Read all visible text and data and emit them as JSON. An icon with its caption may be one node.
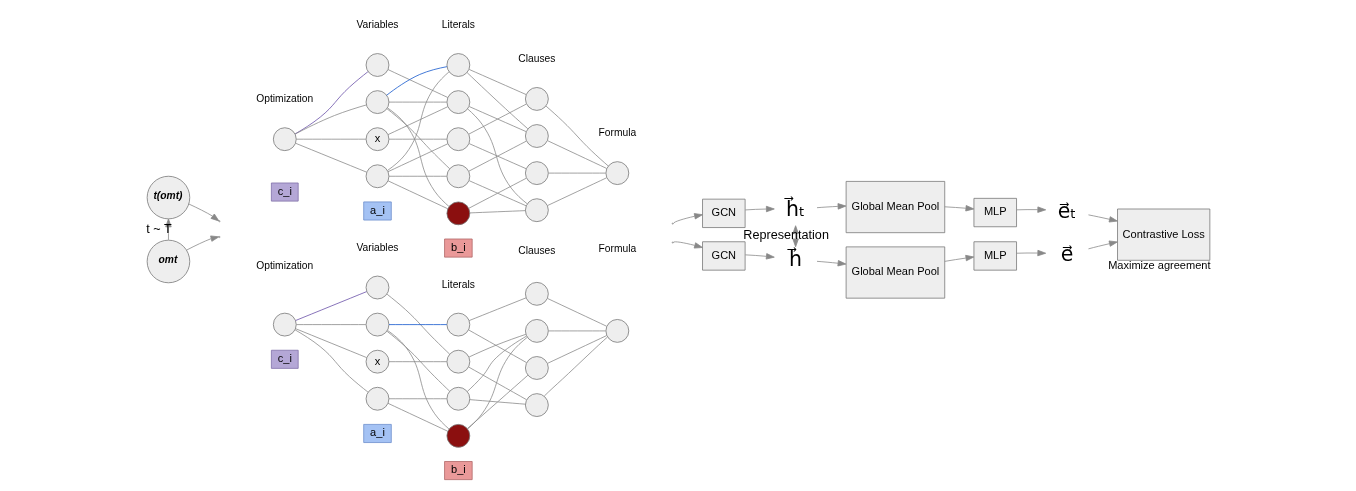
{
  "diagram": {
    "nodes": [
      {
        "text": [
          "t(omt)"
        ]
      },
      {
        "text": [
          "omt"
        ]
      },
      {
        "text": [],
        "shape": "circle"
      },
      {
        "text": [],
        "shape": "circle"
      },
      {
        "text": [],
        "shape": "circle"
      },
      {
        "text": [
          "x"
        ]
      },
      {
        "text": [],
        "shape": "circle"
      },
      {
        "text": [],
        "shape": "circle"
      },
      {
        "text": [],
        "shape": "circle"
      },
      {
        "text": [],
        "shape": "circle"
      },
      {
        "text": [],
        "shape": "circle"
      },
      {
        "text": [],
        "shape": "circle"
      },
      {
        "text": [],
        "shape": "circle"
      },
      {
        "text": [],
        "shape": "circle"
      },
      {
        "text": [],
        "shape": "circle"
      },
      {
        "text": [],
        "shape": "circle"
      },
      {
        "text": [],
        "shape": "circle"
      },
      {
        "text": [
          "c_i"
        ]
      },
      {
        "text": [
          "a_i"
        ]
      },
      {
        "text": [
          "b_i"
        ]
      },
      {
        "text": [],
        "shape": "circle"
      },
      {
        "text": [],
        "shape": "circle"
      },
      {
        "text": [],
        "shape": "circle"
      },
      {
        "text": [
          "x"
        ]
      },
      {
        "text": [],
        "shape": "circle"
      },
      {
        "text": [],
        "shape": "circle"
      },
      {
        "text": [],
        "shape": "circle"
      },
      {
        "text": [],
        "shape": "circle"
      },
      {
        "text": [],
        "shape": "circle"
      },
      {
        "text": [],
        "shape": "circle"
      },
      {
        "text": [],
        "shape": "circle"
      },
      {
        "text": [],
        "shape": "circle"
      },
      {
        "text": [],
        "shape": "circle"
      },
      {
        "text": [],
        "shape": "circle"
      },
      {
        "text": [
          "c_i"
        ]
      },
      {
        "text": [
          "a_i"
        ]
      },
      {
        "text": [
          "b_i"
        ]
      },
      {
        "text": [
          "GCN"
        ]
      },
      {
        "text": [
          "h⃗ₜ"
        ]
      },
      {
        "text": [
          "Global Mean Pool"
        ]
      },
      {
        "text": [
          "MLP"
        ]
      },
      {
        "text": [
          "e⃗ₜ"
        ]
      },
      {
        "text": [
          "GCN"
        ]
      },
      {
        "text": [
          "h⃗"
        ]
      },
      {
        "text": [
          "Global Mean Pool"
        ]
      },
      {
        "text": [
          "MLP"
        ]
      },
      {
        "text": [
          "e⃗"
        ]
      },
      {
        "text": [
          "Contrastive Loss"
        ],
        "beside": [
          "Maximize agreement"
        ]
      }
    ],
    "edges": [
      {
        "from": 1,
        "to": 0,
        "arrow": "to",
        "label": "t ~ T"
      },
      {
        "from": 0,
        "to": null,
        "arrow": "to"
      },
      {
        "from": 1,
        "to": null,
        "arrow": "to"
      },
      {
        "from": 2,
        "to": 3,
        "arrow": "none",
        "color": "#674ea7"
      },
      {
        "from": 2,
        "to": 4,
        "arrow": "none"
      },
      {
        "from": 2,
        "to": 5,
        "arrow": "none"
      },
      {
        "from": 2,
        "to": 6,
        "arrow": "none"
      },
      {
        "from": 3,
        "to": 8,
        "arrow": "none"
      },
      {
        "from": 4,
        "to": 7,
        "arrow": "none",
        "color": "#1155cc"
      },
      {
        "from": 4,
        "to": 8,
        "arrow": "none"
      },
      {
        "from": 4,
        "to": 10,
        "arrow": "none"
      },
      {
        "from": 4,
        "to": 11,
        "arrow": "none"
      },
      {
        "from": 5,
        "to": 8,
        "arrow": "none"
      },
      {
        "from": 5,
        "to": 9,
        "arrow": "none"
      },
      {
        "from": 6,
        "to": 7,
        "arrow": "none"
      },
      {
        "from": 6,
        "to": 9,
        "arrow": "none"
      },
      {
        "from": 6,
        "to": 10,
        "arrow": "none"
      },
      {
        "from": 6,
        "to": 11,
        "arrow": "none"
      },
      {
        "from": 7,
        "to": 12,
        "arrow": "none"
      },
      {
        "from": 7,
        "to": 13,
        "arrow": "none"
      },
      {
        "from": 8,
        "to": 13,
        "arrow": "none"
      },
      {
        "from": 8,
        "to": 15,
        "arrow": "none"
      },
      {
        "from": 9,
        "to": 12,
        "arrow": "none"
      },
      {
        "from": 9,
        "to": 14,
        "arrow": "none"
      },
      {
        "from": 10,
        "to": 13,
        "arrow": "none"
      },
      {
        "from": 10,
        "to": 15,
        "arrow": "none"
      },
      {
        "from": 11,
        "to": 14,
        "arrow": "none"
      },
      {
        "from": 11,
        "to": 15,
        "arrow": "none"
      },
      {
        "from": 12,
        "to": 16,
        "arrow": "none"
      },
      {
        "from": 13,
        "to": 16,
        "arrow": "none"
      },
      {
        "from": 14,
        "to": 16,
        "arrow": "none"
      },
      {
        "from": 15,
        "to": 16,
        "arrow": "none"
      },
      {
        "from": 20,
        "to": 21,
        "arrow": "none",
        "color": "#674ea7"
      },
      {
        "from": 20,
        "to": 22,
        "arrow": "none"
      },
      {
        "from": 20,
        "to": 23,
        "arrow": "none"
      },
      {
        "from": 20,
        "to": 24,
        "arrow": "none"
      },
      {
        "from": 21,
        "to": 26,
        "arrow": "none"
      },
      {
        "from": 22,
        "to": 25,
        "arrow": "none",
        "color": "#1155cc"
      },
      {
        "from": 22,
        "to": 27,
        "arrow": "none"
      },
      {
        "from": 22,
        "to": 28,
        "arrow": "none"
      },
      {
        "from": 23,
        "to": 26,
        "arrow": "none"
      },
      {
        "from": 24,
        "to": 27,
        "arrow": "none"
      },
      {
        "from": 24,
        "to": 28,
        "arrow": "none"
      },
      {
        "from": 25,
        "to": 29,
        "arrow": "none"
      },
      {
        "from": 25,
        "to": 31,
        "arrow": "none"
      },
      {
        "from": 26,
        "to": 30,
        "arrow": "none"
      },
      {
        "from": 26,
        "to": 32,
        "arrow": "none"
      },
      {
        "from": 27,
        "to": 30,
        "arrow": "none"
      },
      {
        "from": 27,
        "to": 32,
        "arrow": "none"
      },
      {
        "from": 28,
        "to": 30,
        "arrow": "none"
      },
      {
        "from": 28,
        "to": 31,
        "arrow": "none"
      },
      {
        "from": 29,
        "to": 33,
        "arrow": "none"
      },
      {
        "from": 30,
        "to": 33,
        "arrow": "none"
      },
      {
        "from": 31,
        "to": 33,
        "arrow": "none"
      },
      {
        "from": 32,
        "to": 33,
        "arrow": "none"
      },
      {
        "from": null,
        "to": 37,
        "arrow": "to"
      },
      {
        "from": 37,
        "to": 38,
        "arrow": "to"
      },
      {
        "from": 38,
        "to": 39,
        "arrow": "to"
      },
      {
        "from": 39,
        "to": 40,
        "arrow": "to"
      },
      {
        "from": 40,
        "to": 41,
        "arrow": "to"
      },
      {
        "from": 41,
        "to": 47,
        "arrow": "to"
      },
      {
        "from": null,
        "to": 42,
        "arrow": "to"
      },
      {
        "from": 42,
        "to": 43,
        "arrow": "to"
      },
      {
        "from": 43,
        "to": 44,
        "arrow": "to"
      },
      {
        "from": 44,
        "to": 45,
        "arrow": "to"
      },
      {
        "from": 45,
        "to": 46,
        "arrow": "to"
      },
      {
        "from": 46,
        "to": 47,
        "arrow": "to"
      },
      {
        "from": 38,
        "to": 43,
        "arrow": "both",
        "label": "Representation"
      }
    ],
    "labels": [
      "Optimization",
      "Variables",
      "Literals",
      "Clauses",
      "Formula",
      "Optimization",
      "Variables",
      "Literals",
      "Clauses",
      "Formula"
    ]
  }
}
